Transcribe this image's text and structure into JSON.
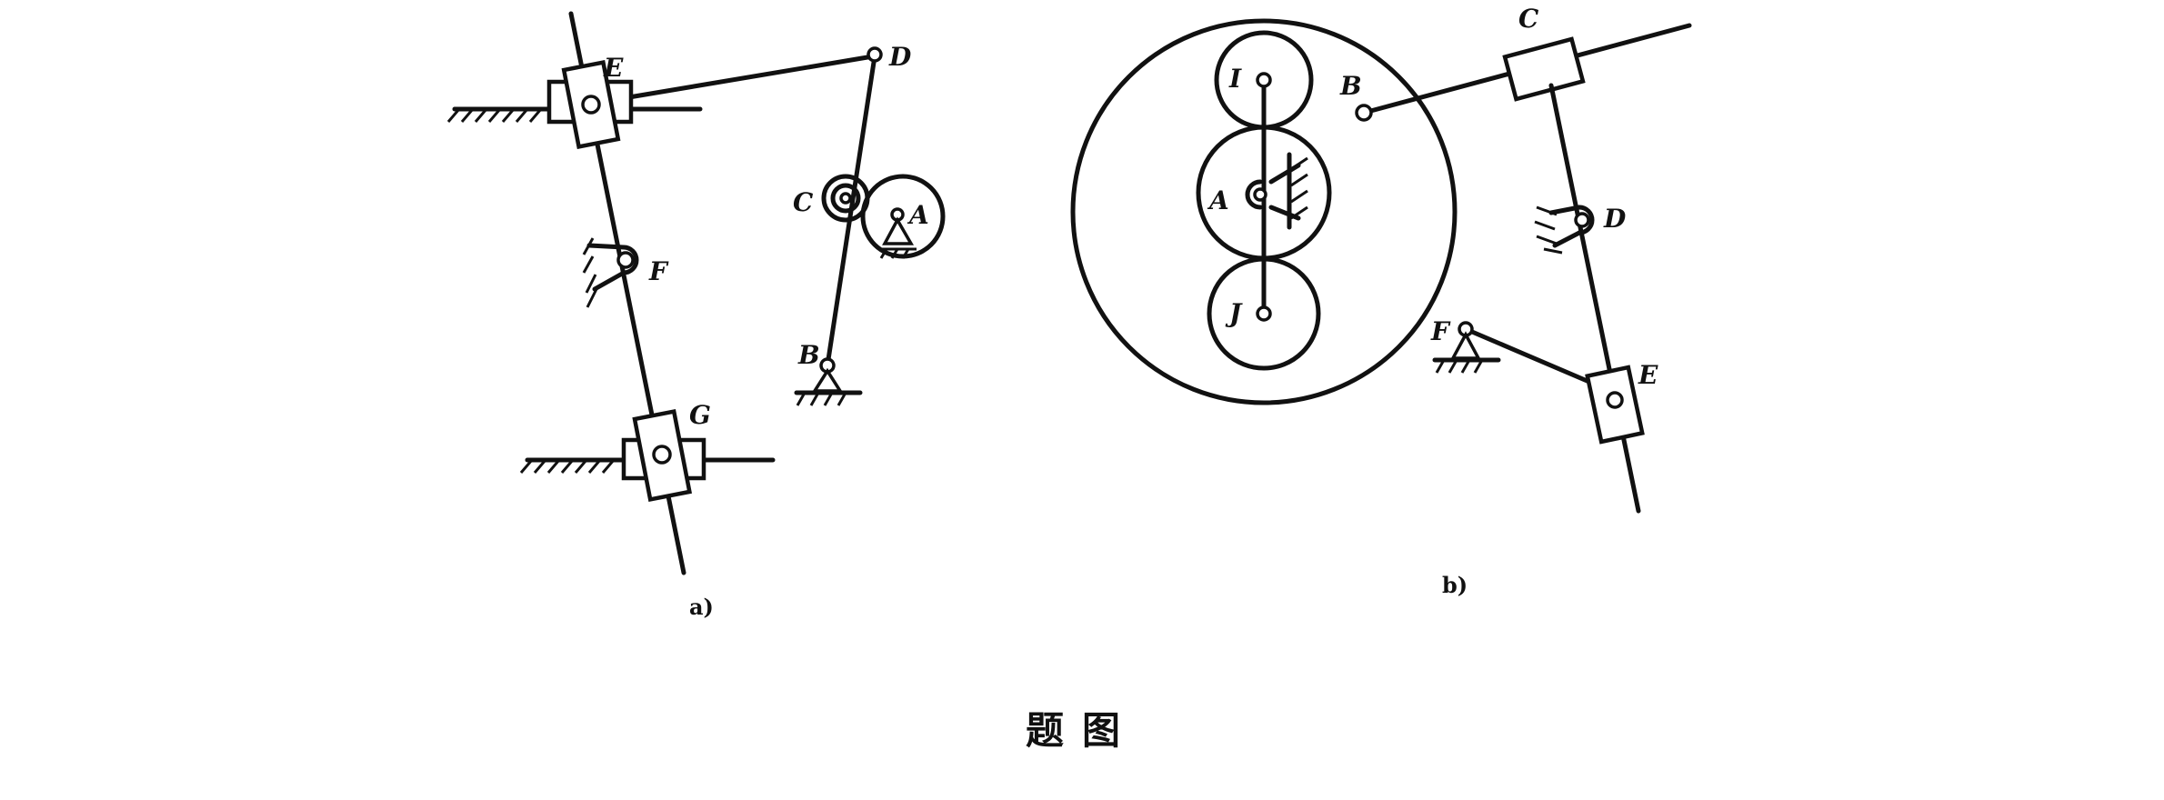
{
  "figure": {
    "caption": "题图",
    "diagram_a": {
      "sublabel": "a)",
      "points": [
        "E",
        "D",
        "C",
        "A",
        "F",
        "B",
        "G"
      ]
    },
    "diagram_b": {
      "sublabel": "b)",
      "points": [
        "C",
        "I",
        "B",
        "A",
        "D",
        "J",
        "F",
        "E"
      ]
    }
  }
}
